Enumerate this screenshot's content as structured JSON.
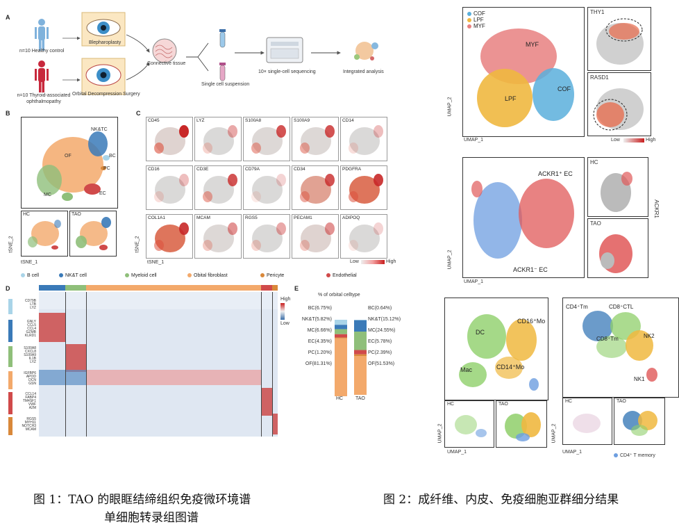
{
  "figure1": {
    "panel_a": {
      "letter": "A",
      "hc_label": "n=10 Healthy control",
      "tao_label": "n=10 Thyroid-associated ophthalmopathy",
      "blepharoplasty": "Blepharoplasty",
      "orbital_surgery": "Orbital Decompression Surgery",
      "connective": "Connective tissue",
      "suspension": "Single cell suspension",
      "sequencing": "10× single-cell sequencing",
      "integrated": "Integrated analysis"
    },
    "panel_b": {
      "letter": "B",
      "clusters": [
        "NK&TC",
        "BC",
        "PC",
        "EC",
        "MC",
        "OF"
      ],
      "hc": "HC",
      "tao": "TAO",
      "xaxis": "tSNE_1",
      "yaxis": "tSNE_2"
    },
    "panel_c": {
      "letter": "C",
      "genes": [
        "CD45",
        "LYZ",
        "S100A8",
        "S100A9",
        "CD14",
        "CD16",
        "CD3E",
        "CD79A",
        "CD34",
        "PDGFRA",
        "COL1A1",
        "MCAM",
        "RGS5",
        "PECAM1",
        "ADIPOQ"
      ],
      "xaxis": "tSNE_1",
      "yaxis": "tSNE_2",
      "low": "Low",
      "high": "High"
    },
    "celltype_legend": [
      {
        "label": "B cell",
        "color": "#a9d4e8"
      },
      {
        "label": "NK&T cell",
        "color": "#3a7ab8"
      },
      {
        "label": "Myeloid cell",
        "color": "#8fbf7a"
      },
      {
        "label": "Obital fibroblast",
        "color": "#f3a96b"
      },
      {
        "label": "Pericyte",
        "color": "#d9883a"
      },
      {
        "label": "Endothelial",
        "color": "#d04a4a"
      }
    ],
    "panel_d": {
      "letter": "D",
      "high": "High",
      "low": "Low",
      "gene_groups": [
        [
          "CD79B",
          "LTB",
          "LYZ"
        ],
        [
          "GNLY",
          "CCL5",
          "CCL4",
          "GZMB",
          "KLRD1"
        ],
        [
          "S100A8",
          "CXCL8",
          "S100A9",
          "IL1B",
          "LYZ"
        ],
        [
          "IGFBP6",
          "APOD",
          "DCN",
          "GSN"
        ],
        [
          "CCL14",
          "FABP4",
          "TM4SF1",
          "VWF",
          "A2M"
        ],
        [
          "RGS5",
          "MYH11",
          "NOTCH3",
          "MCAM"
        ]
      ]
    },
    "panel_e": {
      "letter": "E",
      "title": "% of orbital celltype",
      "hc_label": "HC",
      "tao_label": "TAO",
      "hc_values": [
        "BC(6.75%)",
        "NK&T(5.82%)",
        "MC(6.66%)",
        "EC(4.35%)",
        "PC(1.20%)",
        "OF(81.31%)"
      ],
      "tao_values": [
        "BC(0.64%)",
        "NK&T(15.12%)",
        "MC(24.55%)",
        "EC(5.78%)",
        "PC(2.39%)",
        "OF(51.53%)"
      ]
    },
    "caption_line1": "图 1：TAO 的眼眶结缔组织免疫微环境谱",
    "caption_line2": "单细胞转录组图谱"
  },
  "figure2": {
    "fib": {
      "legend": [
        {
          "label": "COF",
          "color": "#5aafdc"
        },
        {
          "label": "LPF",
          "color": "#f0b840"
        },
        {
          "label": "MYF",
          "color": "#e88080"
        }
      ],
      "clusters": [
        "MYF",
        "LPF",
        "COF"
      ],
      "thy1": "THY1",
      "rasd1": "RASD1",
      "low": "Low",
      "high": "High",
      "xaxis": "UMAP_1",
      "yaxis": "UMAP_2"
    },
    "endo": {
      "pos": "ACKR1⁺ EC",
      "neg": "ACKR1⁻ EC",
      "hc": "HC",
      "tao": "TAO",
      "side": "ACKR1",
      "xaxis": "UMAP_1",
      "yaxis": "UMAP_2"
    },
    "myeloid": {
      "labels": [
        "DC",
        "CD16⁺Mo",
        "Mac",
        "CD14⁺Mo"
      ],
      "hc": "HC",
      "tao": "TAO",
      "xaxis": "UMAP_1",
      "yaxis": "UMAP_2"
    },
    "tcell": {
      "labels": [
        "CD4⁺Tm",
        "CD8⁺CTL",
        "CD8⁺Tm",
        "NK2",
        "NK1"
      ],
      "hc": "HC",
      "tao": "TAO",
      "legend": "CD4⁺ T memory",
      "xaxis": "UMAP_1",
      "yaxis": "UMAP_2"
    },
    "caption": "图 2：成纤维、内皮、免疫细胞亚群细分结果"
  }
}
